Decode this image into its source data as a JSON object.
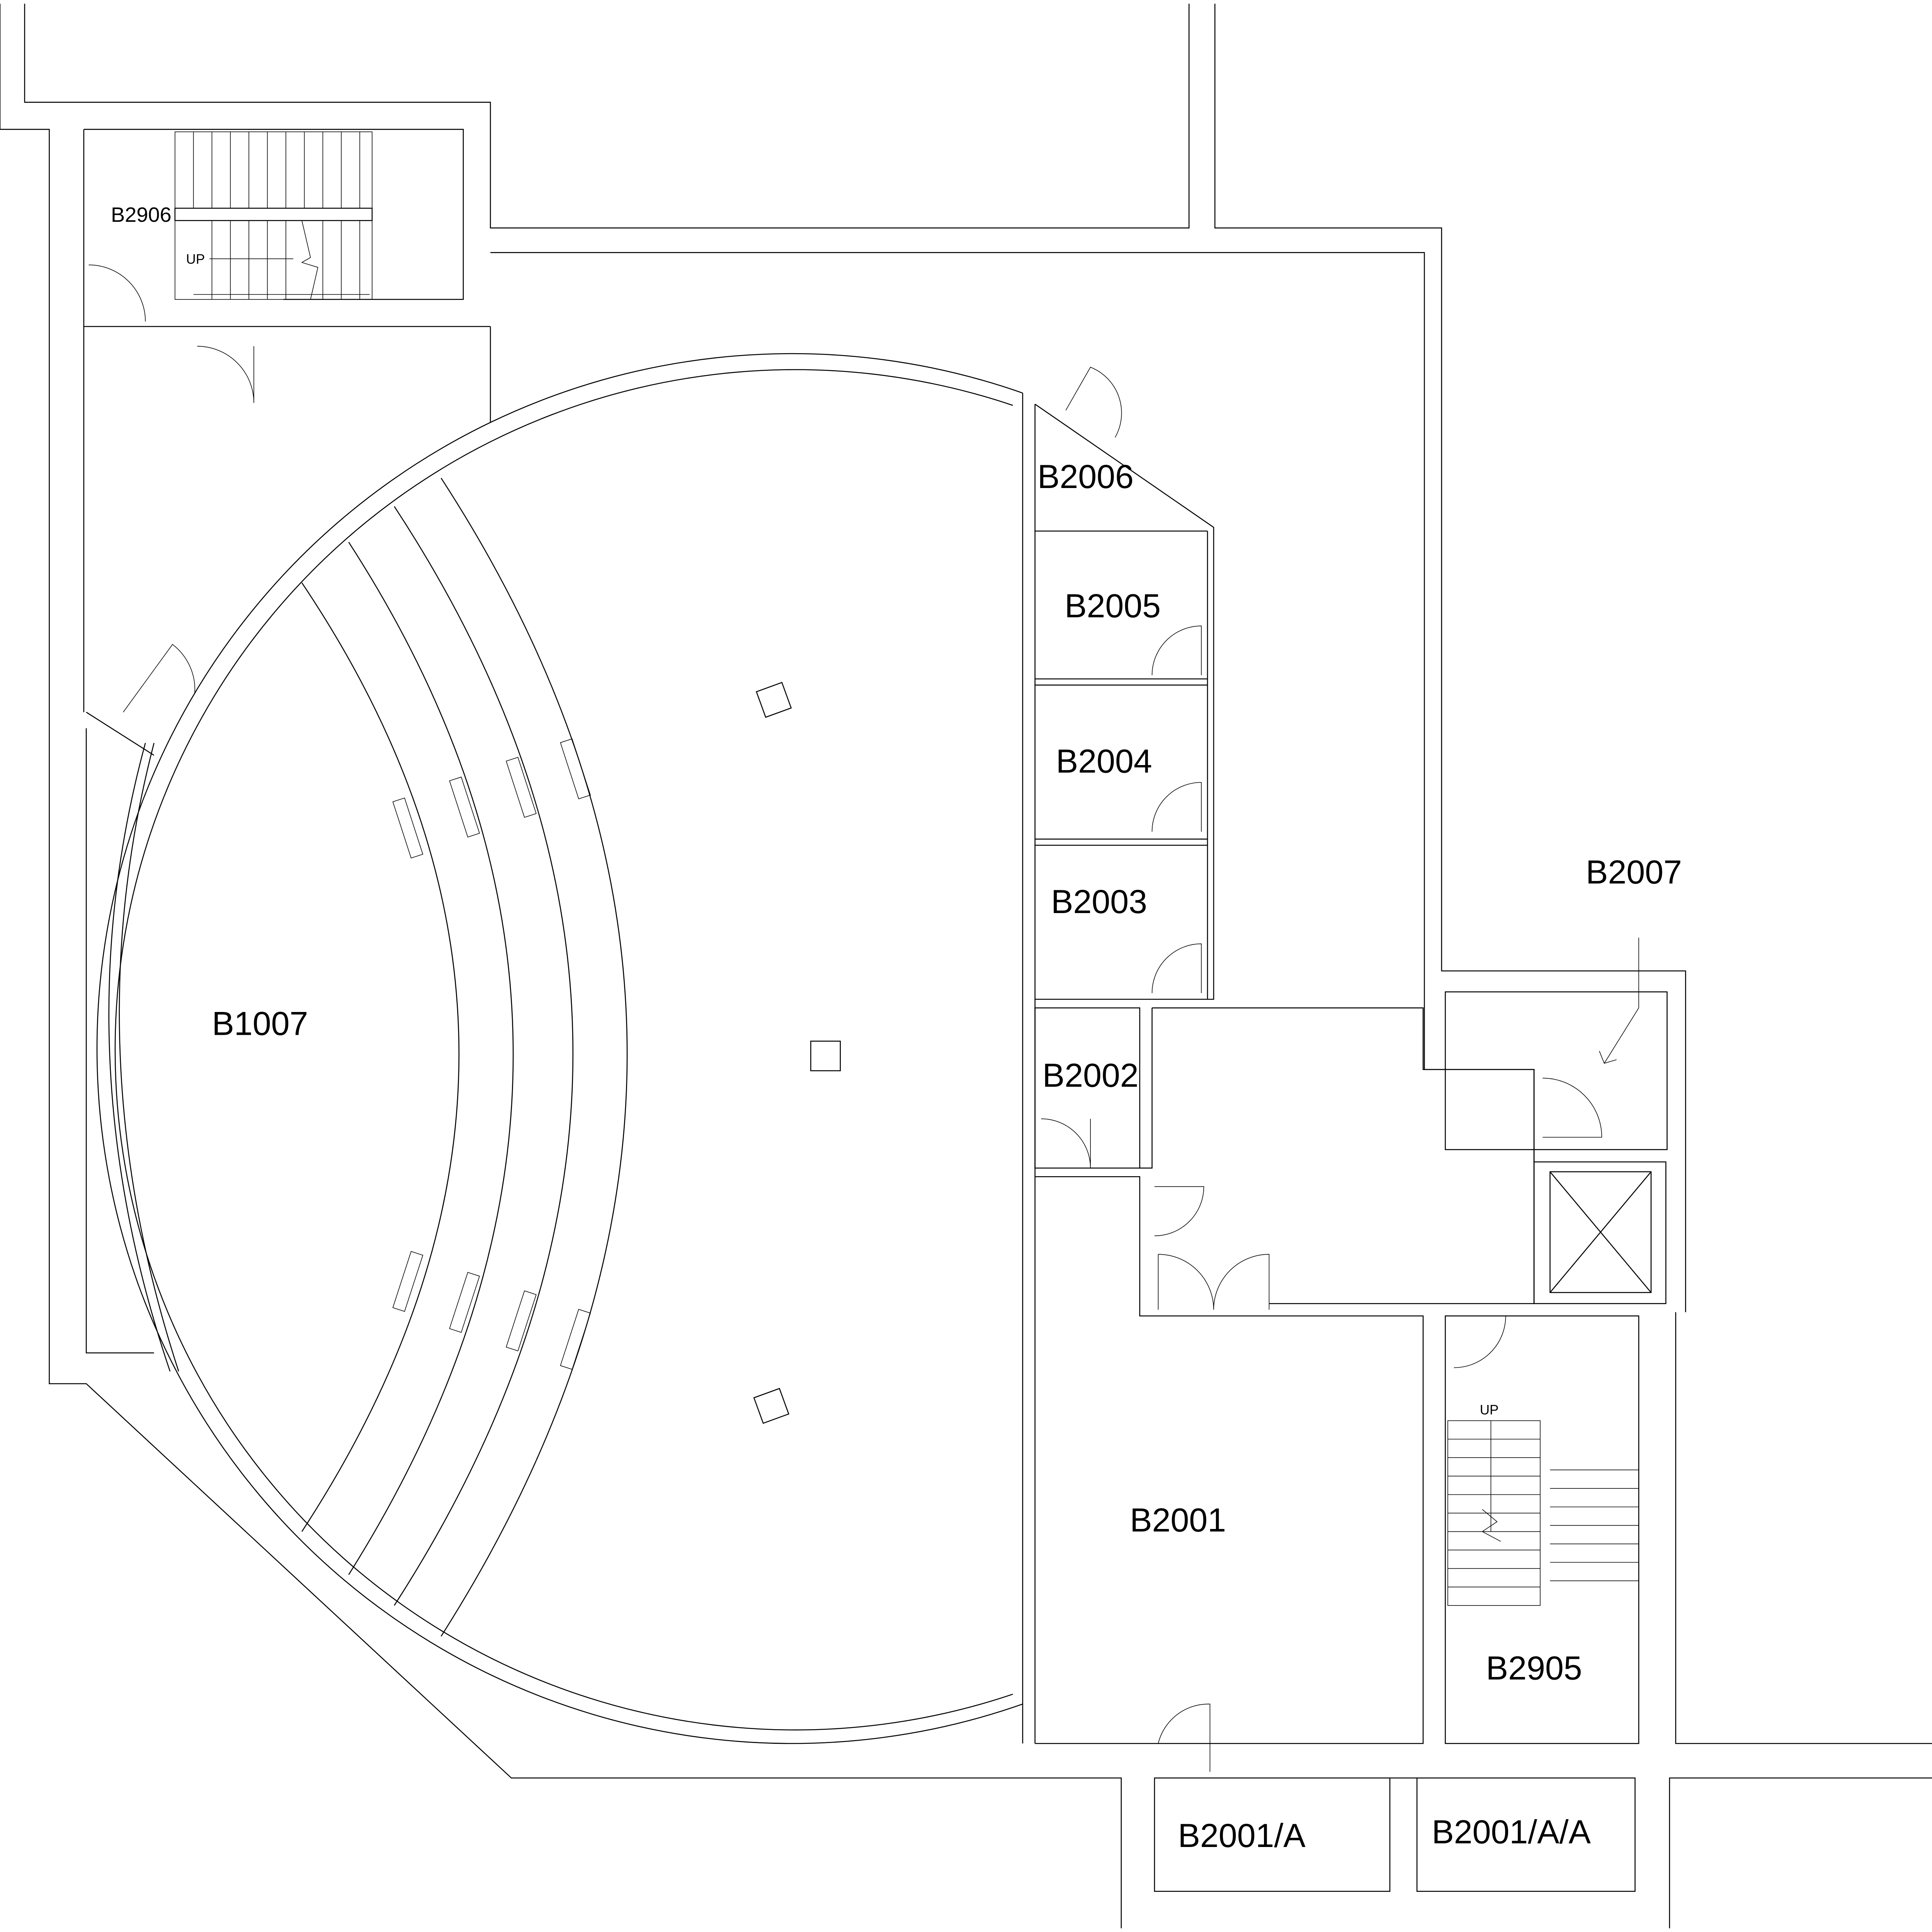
{
  "plan": {
    "rooms": {
      "b2906": "B2906",
      "b2006": "B2006",
      "b2005": "B2005",
      "b2004": "B2004",
      "b2003": "B2003",
      "b2002": "B2002",
      "b2001": "B2001",
      "b2007": "B2007",
      "b1007": "B1007",
      "b2905": "B2905",
      "b2001a": "B2001/A",
      "b2001aa": "B2001/A/A"
    },
    "stairs": {
      "up_top": "UP",
      "up_right": "UP"
    }
  }
}
